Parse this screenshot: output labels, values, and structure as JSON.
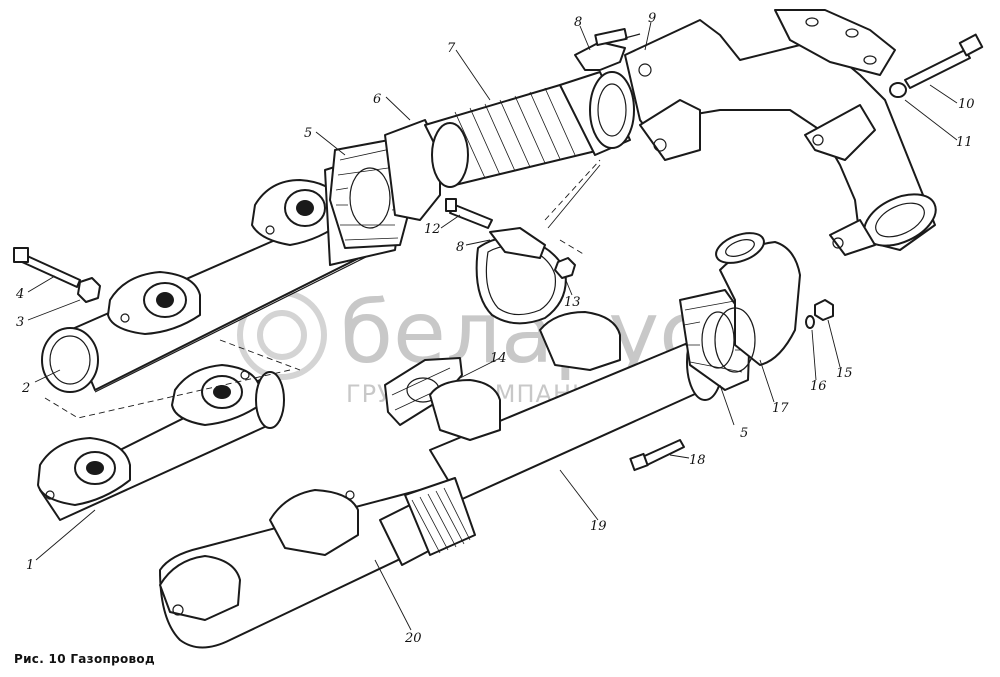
{
  "caption": "Рис. 10 Газопровод",
  "watermark": {
    "brand": "беларус",
    "subtitle": "ГРУППА КОМПАНИЙ"
  },
  "parts": [
    {
      "number": "1"
    },
    {
      "number": "2"
    },
    {
      "number": "3"
    },
    {
      "number": "4"
    },
    {
      "number": "5"
    },
    {
      "number": "5"
    },
    {
      "number": "6"
    },
    {
      "number": "7"
    },
    {
      "number": "8"
    },
    {
      "number": "8"
    },
    {
      "number": "9"
    },
    {
      "number": "10"
    },
    {
      "number": "11"
    },
    {
      "number": "12"
    },
    {
      "number": "13"
    },
    {
      "number": "14"
    },
    {
      "number": "15"
    },
    {
      "number": "16"
    },
    {
      "number": "17"
    },
    {
      "number": "18"
    },
    {
      "number": "19"
    },
    {
      "number": "20"
    }
  ]
}
